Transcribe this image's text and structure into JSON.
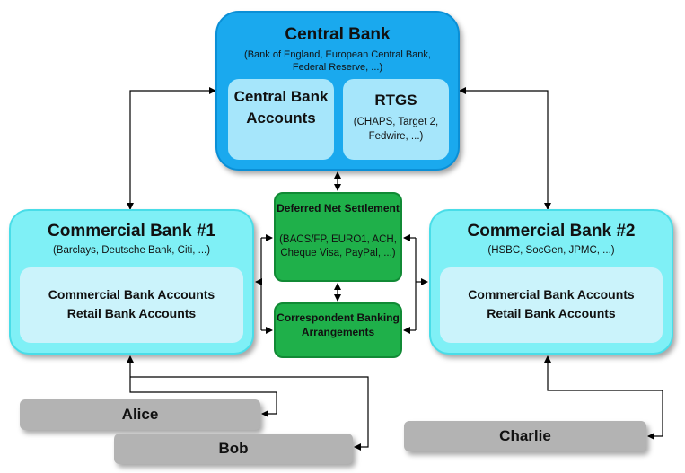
{
  "central_bank": {
    "title": "Central Bank",
    "subtitle": "(Bank of England, European Central Bank, Federal Reserve, ...)",
    "accounts_label": "Central Bank Accounts",
    "rtgs_title": "RTGS",
    "rtgs_subtitle": "(CHAPS, Target 2, Fedwire, ...)"
  },
  "commercial_bank_1": {
    "title": "Commercial Bank #1",
    "subtitle": "(Barclays, Deutsche Bank, Citi, ...)",
    "accounts_line1": "Commercial Bank Accounts",
    "accounts_line2": "Retail Bank Accounts"
  },
  "commercial_bank_2": {
    "title": "Commercial Bank #2",
    "subtitle": "(HSBC, SocGen, JPMC, ...)",
    "accounts_line1": "Commercial Bank Accounts",
    "accounts_line2": "Retail Bank Accounts"
  },
  "deferred_net_settlement": {
    "title": "Deferred Net Settlement",
    "subtitle": "(BACS/FP, EURO1, ACH, Cheque Visa, PayPal, ...)"
  },
  "correspondent_banking": {
    "title": "Correspondent Banking Arrangements"
  },
  "people": {
    "alice": "Alice",
    "bob": "Bob",
    "charlie": "Charlie"
  },
  "colors": {
    "central_bank": "#1aa9ee",
    "central_inner": "#a6e6fb",
    "commercial_bank": "#7ff0f6",
    "commercial_inner": "#cbf3fb",
    "settlement_green": "#1fb04a",
    "person_gray": "#b3b3b3"
  }
}
